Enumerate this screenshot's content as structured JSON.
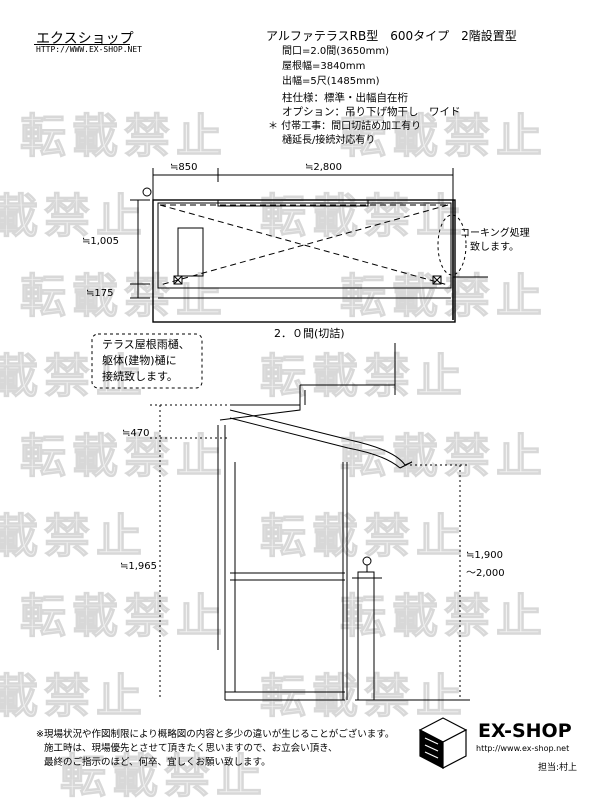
{
  "header": {
    "shop_name": "エクスショップ",
    "shop_url": "HTTP://WWW.EX-SHOP.NET"
  },
  "spec": {
    "title": "アルファテラスRB型　600タイプ　2階設置型",
    "frontage": "間口=2.0間(3650mm)",
    "roof_width": "屋根幅=3840mm",
    "projection": "出幅=5尺(1485mm)",
    "pillar": "柱仕様：標準・出幅自在桁",
    "option": "オプション：吊り下げ物干し　ワイド",
    "extra_work_1": "＊ 付帯工事：間口切詰め加工有り",
    "extra_work_2": "樋延長/接続対応有り"
  },
  "plan_view": {
    "dim_left": "≒850",
    "dim_top": "≒2,800",
    "dim_side_1": "≒1,005",
    "dim_side_2": "≒175",
    "bottom_label": "2．０間(切詰)",
    "caulking_note_1": "コーキング処理",
    "caulking_note_2": "致します。"
  },
  "callout": {
    "line1": "テラス屋根雨樋、",
    "line2": "躯体(建物)樋に",
    "line3": "接続致します。"
  },
  "section_view": {
    "dim_top": "≒470",
    "dim_height": "≒1,965",
    "dim_right_1": "≒1,900",
    "dim_right_2": "～2,000"
  },
  "footer": {
    "line1": "※現場状況や作図制限により概略図の内容と多少の違いが生じることがございます。",
    "line2": "施工時は、現場優先とさせて頂きたく思いますので、お立会い頂き、",
    "line3": "最終のご指示のほど、何卒、宜しくお願い致します。",
    "logo": "EX-SHOP",
    "logo_url": "http://www.ex-shop.net",
    "staff": "担当:村上"
  },
  "watermark_text": "転載禁止"
}
